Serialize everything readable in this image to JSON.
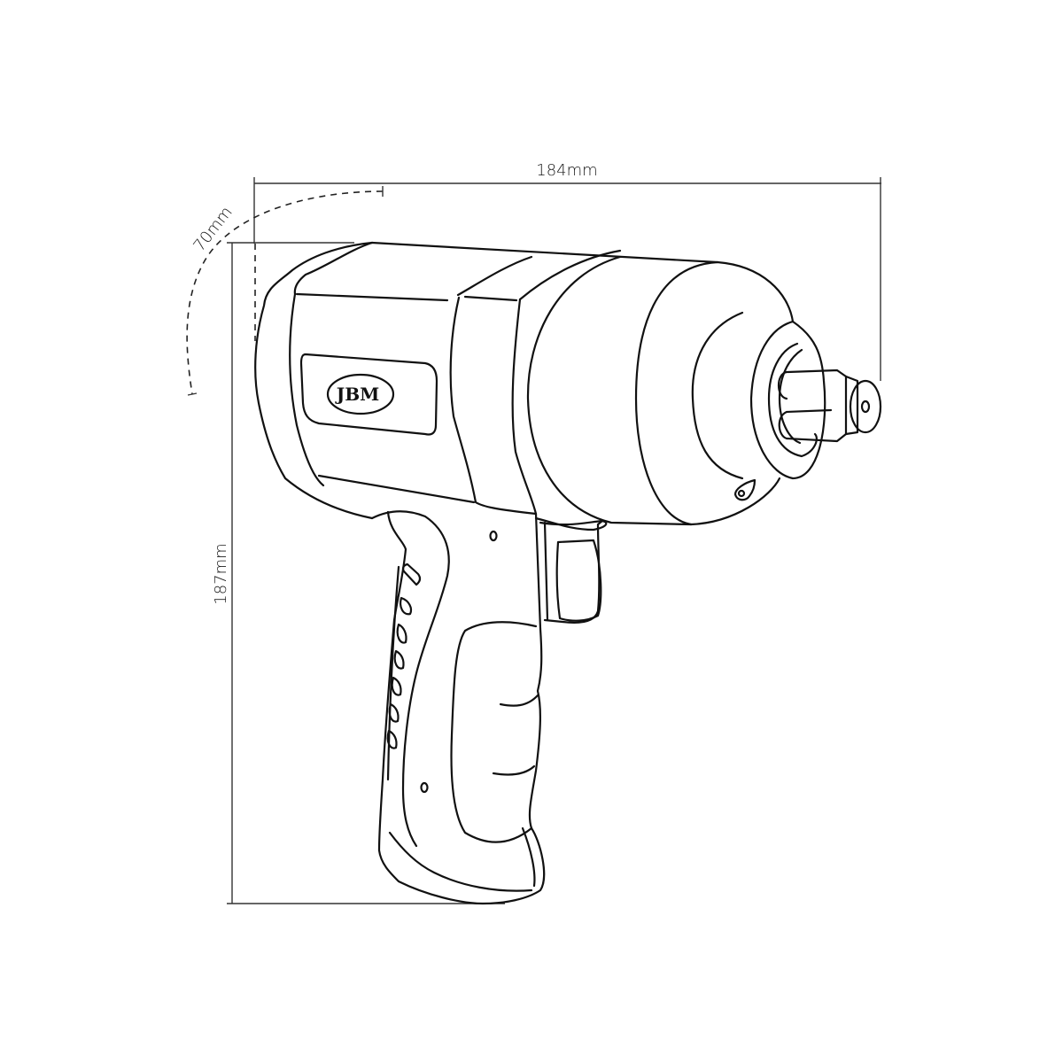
{
  "drawing": {
    "subject": "Pneumatic impact wrench",
    "brand_logo": "JBM",
    "line_color": "#111111",
    "background": "#ffffff"
  },
  "dimensions": {
    "length": {
      "label": "184mm",
      "orientation": "horizontal"
    },
    "height": {
      "label": "187mm",
      "orientation": "vertical"
    },
    "width": {
      "label": "70mm",
      "orientation": "arc"
    }
  }
}
